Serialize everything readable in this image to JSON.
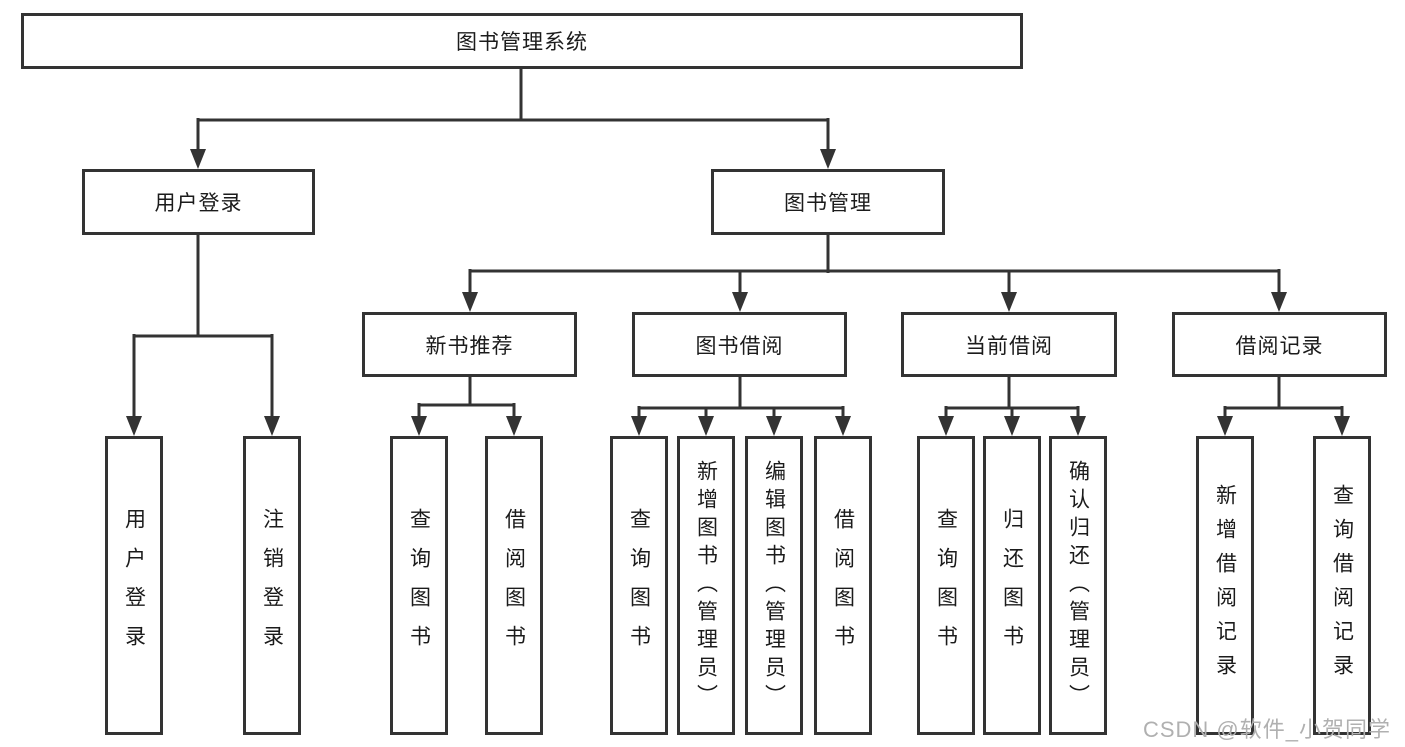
{
  "diagram_title": "图书管理系统",
  "colors": {
    "line": "#333333",
    "border": "#333333",
    "text": "#1b1b1b",
    "background": "#ffffff",
    "watermark": "#b0b0b0"
  },
  "tree": {
    "root": {
      "label": "图书管理系统"
    },
    "branches": [
      {
        "label": "用户登录",
        "children": [
          {
            "label": "用户登录"
          },
          {
            "label": "注销登录"
          }
        ]
      },
      {
        "label": "图书管理",
        "children": [
          {
            "label": "新书推荐",
            "children": [
              {
                "label": "查询图书"
              },
              {
                "label": "借阅图书"
              }
            ]
          },
          {
            "label": "图书借阅",
            "children": [
              {
                "label": "查询图书"
              },
              {
                "label": "新增图书（管理员）"
              },
              {
                "label": "编辑图书（管理员）"
              },
              {
                "label": "借阅图书"
              }
            ]
          },
          {
            "label": "当前借阅",
            "children": [
              {
                "label": "查询图书"
              },
              {
                "label": "归还图书"
              },
              {
                "label": "确认归还（管理员）"
              }
            ]
          },
          {
            "label": "借阅记录",
            "children": [
              {
                "label": "新增借阅记录"
              },
              {
                "label": "查询借阅记录"
              }
            ]
          }
        ]
      }
    ]
  },
  "watermark": {
    "text": "CSDN @软件_小贺同学"
  }
}
